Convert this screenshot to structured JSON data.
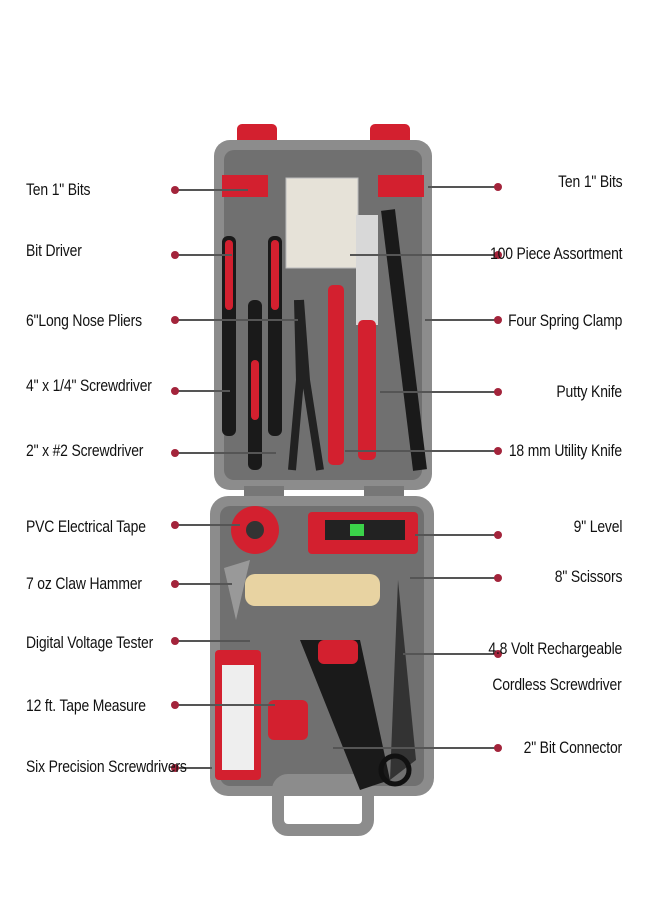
{
  "left_labels": [
    "Ten 1\" Bits",
    "Bit Driver",
    "6\"Long Nose Pliers",
    "4\" x 1/4\" Screwdriver",
    "2\" x #2 Screwdriver",
    "PVC Electrical Tape",
    "7 oz Claw Hammer",
    "Digital Voltage Tester",
    "12 ft. Tape Measure",
    "Six Precision Screwdrivers"
  ],
  "right_labels": [
    "Ten 1\" Bits",
    "100 Piece Assortment",
    "Four Spring Clamp",
    "Putty Knife",
    "18 mm Utility Knife",
    "9\" Level",
    "8\" Scissors",
    "4.8 Volt Rechargeable",
    "Cordless Screwdriver",
    "2\" Bit Connector"
  ],
  "colors": {
    "accent": "#a3243b",
    "case": "#8a8a8a",
    "case_inner": "#6e6e6e",
    "tool_red": "#d3202f",
    "line": "#555555"
  }
}
